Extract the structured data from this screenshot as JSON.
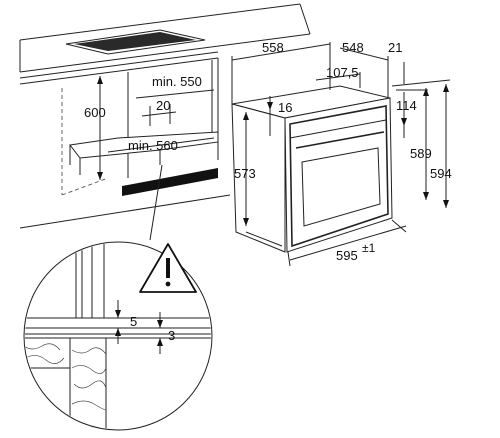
{
  "labels": {
    "cabinet_height": "600",
    "min_depth": "min. 550",
    "gap": "20",
    "min_width": "min. 560",
    "oven_depth_total": "558",
    "oven_body_depth": "548",
    "front_depth": "21",
    "top_offset": "107,5",
    "side_offset": "16",
    "door_drop": "114",
    "body_height": "573",
    "front_inner_height": "589",
    "front_height": "594",
    "front_width": "595",
    "front_width_tol": "±1",
    "detail_gap_top": "5",
    "detail_gap_bottom": "3"
  },
  "icons": {
    "warning": "warning-triangle-icon"
  }
}
